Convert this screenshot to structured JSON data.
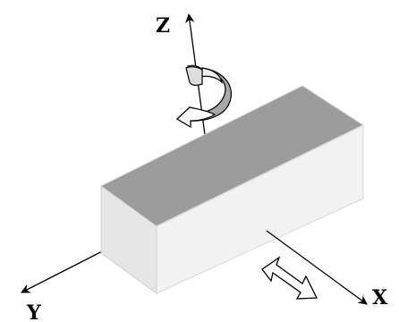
{
  "axes": {
    "x_label": "X",
    "y_label": "Y",
    "z_label": "Z"
  },
  "colors": {
    "top_face": "#9a9a9a",
    "front_face": "#e8e8e8",
    "right_face": "#f4f4f4",
    "edge": "#cfcfcf",
    "axis": "#000000",
    "rotation_arrow_light": "#eeeeee",
    "rotation_arrow_dark": "#a8a8a8",
    "background": "#ffffff"
  }
}
